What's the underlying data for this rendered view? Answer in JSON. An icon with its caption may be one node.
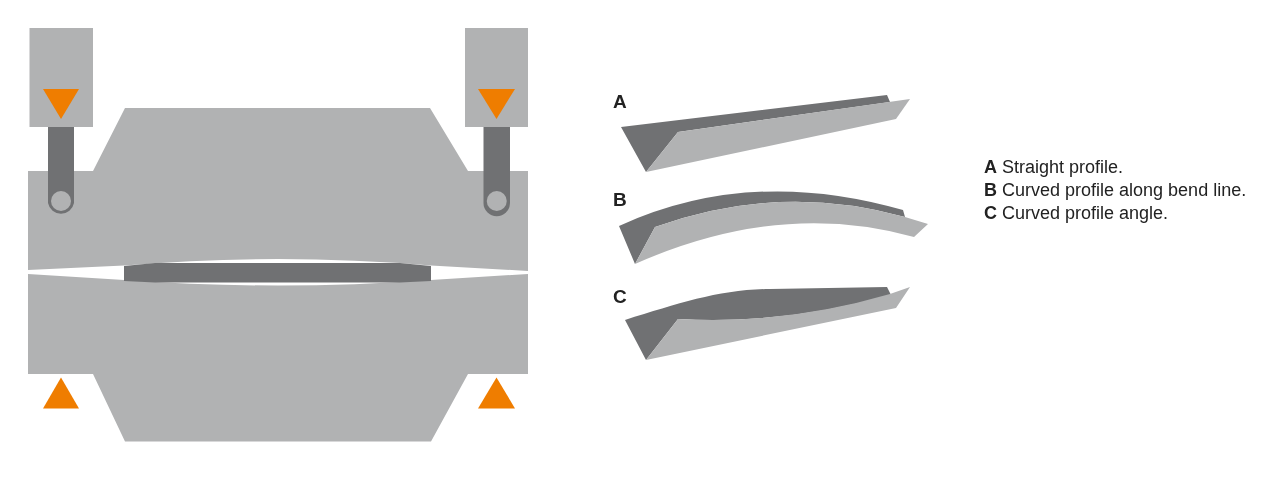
{
  "diagram": {
    "labels": [
      "A",
      "B",
      "C",
      "**A** Straight profile.",
      "**B** Curved profile along bend line.",
      "**C** Curved profile angle."
    ]
  }
}
